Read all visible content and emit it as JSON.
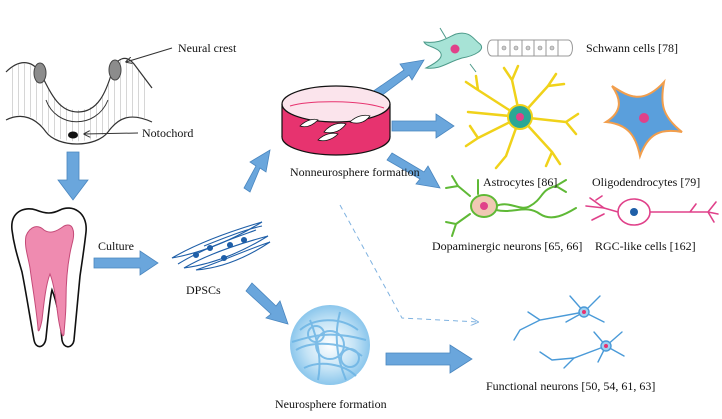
{
  "labels": {
    "neural_crest": "Neural crest",
    "notochord": "Notochord",
    "culture": "Culture",
    "dpscs": "DPSCs",
    "nonneurosphere": "Nonneurosphere formation",
    "neurosphere": "Neurosphere formation",
    "schwann": "Schwann cells [78]",
    "astrocytes": "Astrocytes [86]",
    "oligodendrocytes": "Oligodendrocytes [79]",
    "dopaminergic": "Dopaminergic neurons [65, 66]",
    "rgc": "RGC-like cells [162]",
    "functional": "Functional neurons [50, 54, 61, 63]"
  },
  "colors": {
    "arrow": "#6aa6dc",
    "arrow_edge": "#4a86bf",
    "pink": "#e7336f",
    "tooth_pink": "#ef8bb0",
    "crest_gray": "#8c8c8c",
    "astro_yellow": "#f0d21a",
    "oligo_blue": "#5a9fdc",
    "dopa_green": "#5fb936",
    "rgc_pink": "#e0418a",
    "schwann_teal": "#a7e3d6",
    "neuron_blue": "#4a9ad8"
  }
}
